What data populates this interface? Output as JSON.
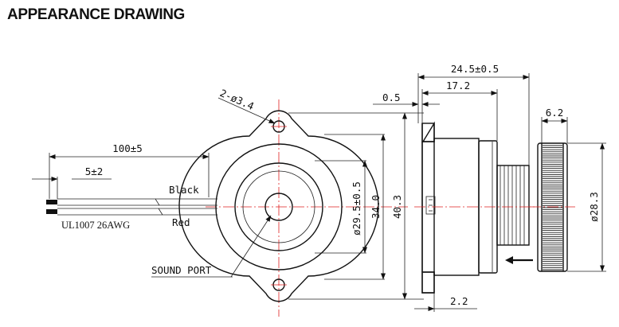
{
  "heading": "APPEARANCE DRAWING",
  "front_view": {
    "mount_hole_label": "2-ø3.4",
    "lead_length": "100±5",
    "strip_length": "5±2",
    "wire_black": "Black",
    "wire_red": "Red",
    "wire_spec": "UL1007 26AWG",
    "sound_port_label": "SOUND PORT",
    "dia_inner": "ø29.5±0.5",
    "dim_34": "34.0",
    "dim_40": "40.3"
  },
  "side_view": {
    "total_length": "24.5±0.5",
    "body_length": "17.2",
    "flange_thickness": "0.5",
    "terminal_dim": "2.2"
  },
  "nut_view": {
    "nut_thickness": "6.2",
    "nut_dia": "ø28.3"
  },
  "colors": {
    "centerline": "#e02020",
    "outline": "#111111"
  }
}
